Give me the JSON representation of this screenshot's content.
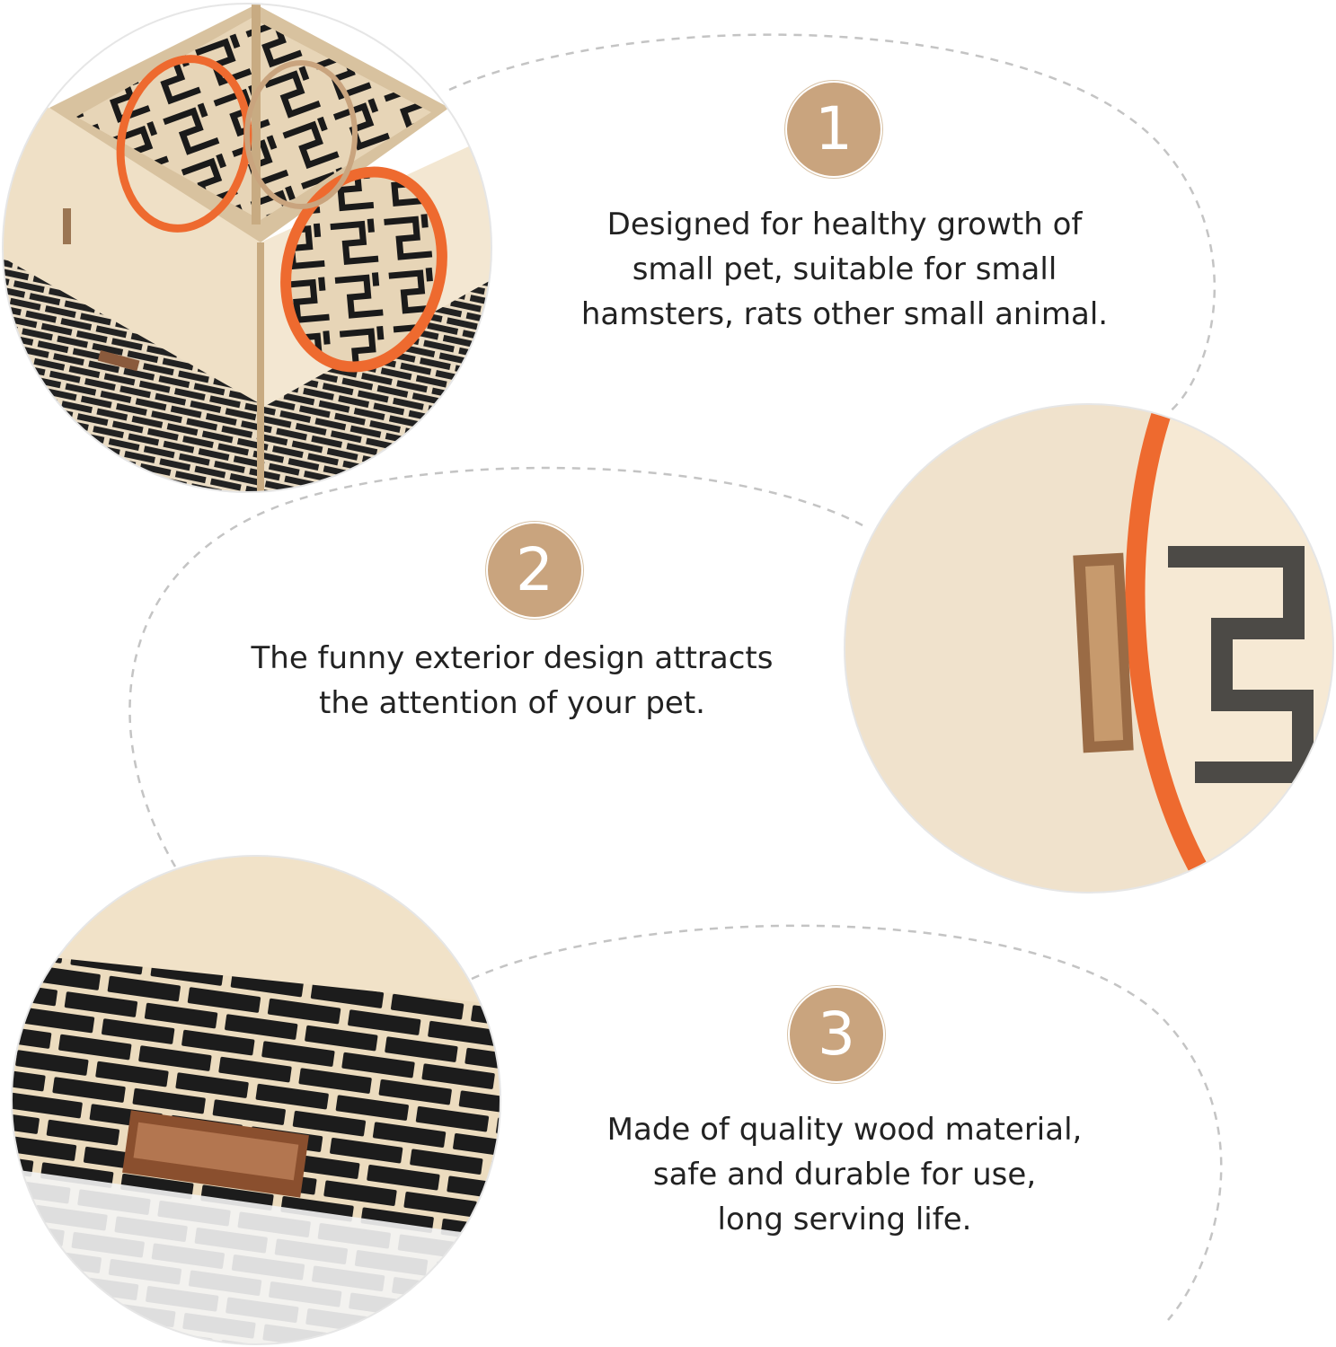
{
  "colors": {
    "badge_fill": "#c9a47e",
    "wood": "#ecd9bc",
    "brick": "#1c1c1c",
    "accent_orange": "#ee6a2f",
    "dashed_line": "#c4c4c4"
  },
  "features": [
    {
      "number": "1",
      "text": "Designed for healthy growth of\nsmall pet, suitable for small\nhamsters, rats other small animal."
    },
    {
      "number": "2",
      "text": "The funny exterior design attracts\nthe attention of your pet."
    },
    {
      "number": "3",
      "text": "Made of quality wood material,\nsafe and durable for use,\nlong serving life."
    }
  ],
  "images": [
    {
      "name": "wooden-maze-box-photo"
    },
    {
      "name": "wood-slot-closeup-photo"
    },
    {
      "name": "brick-pattern-closeup-photo"
    }
  ]
}
